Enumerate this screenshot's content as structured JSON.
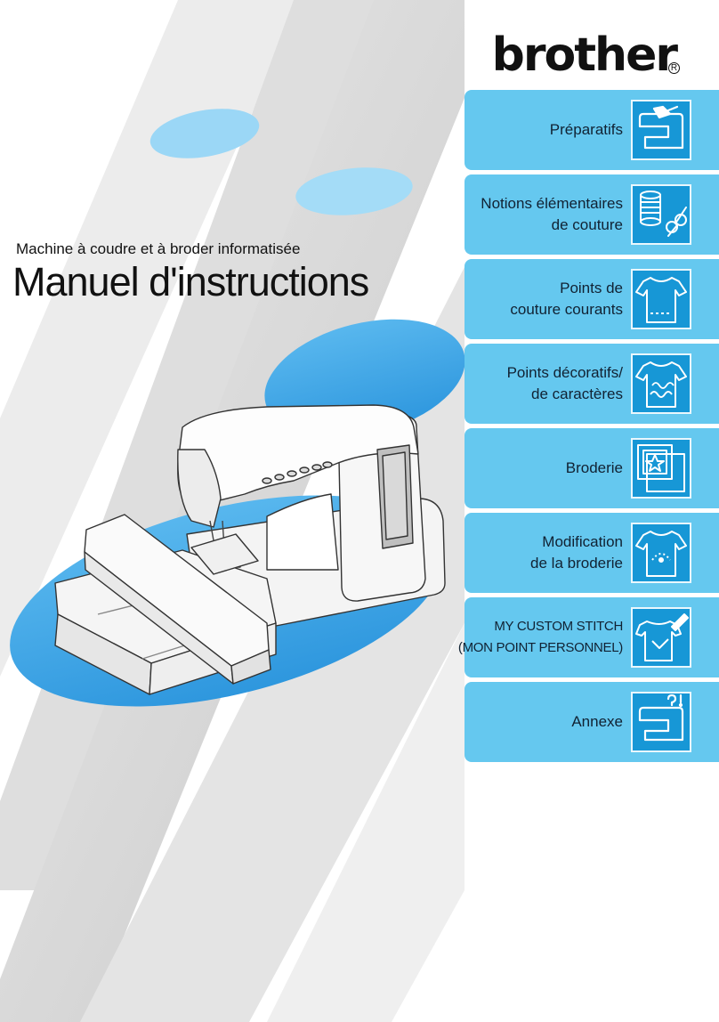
{
  "brand": {
    "name": "brother",
    "registered_mark": "R"
  },
  "cover": {
    "subtitle": "Machine à coudre et à broder informatisée",
    "title": "Manuel d'instructions"
  },
  "colors": {
    "tab_background": "#65c8ef",
    "icon_background": "#1797d6",
    "accent_blue": "#3ea8e6"
  },
  "tabs": [
    {
      "label_line1": "Préparatifs",
      "label_line2": "",
      "icon": "sewing-machine-hand-icon"
    },
    {
      "label_line1": "Notions élémentaires",
      "label_line2": "de couture",
      "icon": "thread-scissors-icon"
    },
    {
      "label_line1": "Points de",
      "label_line2": "couture courants",
      "icon": "tshirt-stitch-icon"
    },
    {
      "label_line1": "Points décoratifs/",
      "label_line2": "de caractères",
      "icon": "tshirt-abc-icon"
    },
    {
      "label_line1": "Broderie",
      "label_line2": "",
      "icon": "embroidery-frame-icon"
    },
    {
      "label_line1": "Modification",
      "label_line2": "de la broderie",
      "icon": "tshirt-edit-icon"
    },
    {
      "label_line1": "MY CUSTOM STITCH",
      "label_line2": "(MON POINT PERSONNEL)",
      "icon": "tshirt-pen-icon"
    },
    {
      "label_line1": "Annexe",
      "label_line2": "",
      "icon": "sewing-machine-question-icon"
    }
  ]
}
